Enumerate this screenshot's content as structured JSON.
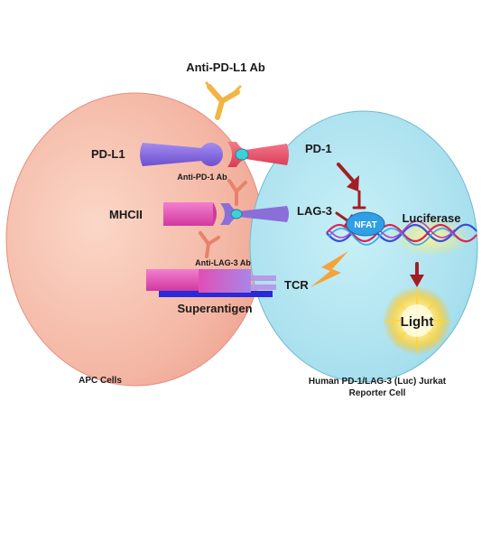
{
  "labels": {
    "anti_pdl1_ab": "Anti-PD-L1 Ab",
    "pd_l1": "PD-L1",
    "pd_1": "PD-1",
    "anti_pd1_ab": "Anti-PD-1 Ab",
    "mhcii": "MHCII",
    "lag_3": "LAG-3",
    "nfat": "NFAT",
    "luciferase": "Luciferase",
    "anti_lag3_ab": "Anti-LAG-3 Ab",
    "tcr": "TCR",
    "superantigen": "Superantigen",
    "light": "Light",
    "apc_cells": "APC Cells",
    "reporter_line1": "Human PD-1/LAG-3 (Luc) Jurkat",
    "reporter_line2": "Reporter Cell"
  },
  "colors": {
    "apc_cell": "#f4b3a3",
    "reporter_cell": "#a9e0ee",
    "antibody": "#f2b544",
    "small_antibody": "#e8826a",
    "pd_l1": "#8b6fe0",
    "pd_1": "#ee5a70",
    "mhcii": "#e24fb6",
    "lag_3": "#8a6fd8",
    "inhibit_arrow": "#a31e22",
    "nfat": "#2f9fe6",
    "superantigen": "#2a2ad8",
    "light_glow": "#ffd23a"
  }
}
